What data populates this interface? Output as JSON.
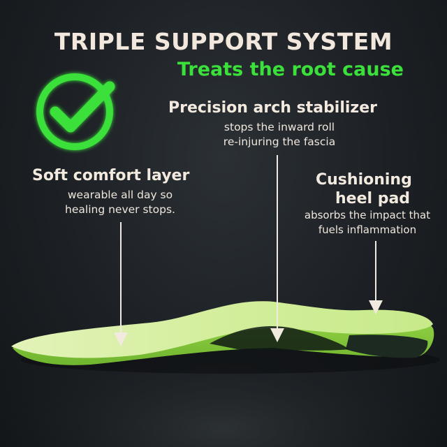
{
  "header": {
    "title": "TRIPLE SUPPORT SYSTEM",
    "subtitle": "Treats the root cause"
  },
  "features": {
    "arch": {
      "title": "Precision arch stabilizer",
      "line1": "stops the inward roll",
      "line2": "re-injuring the fascia"
    },
    "comfort": {
      "title": "Soft comfort layer",
      "line1": "wearable all day so",
      "line2": "healing never stops."
    },
    "heel": {
      "title1": "Cushioning",
      "title2": "heel pad",
      "line1": "absorbs the impact that",
      "line2": "fuels inflammation"
    }
  },
  "icons": {
    "badge": "check-circle-icon"
  },
  "colors": {
    "accent_green": "#3be03a",
    "text_cream": "#f1e7dc",
    "insole_green": "#d9f0a8"
  }
}
